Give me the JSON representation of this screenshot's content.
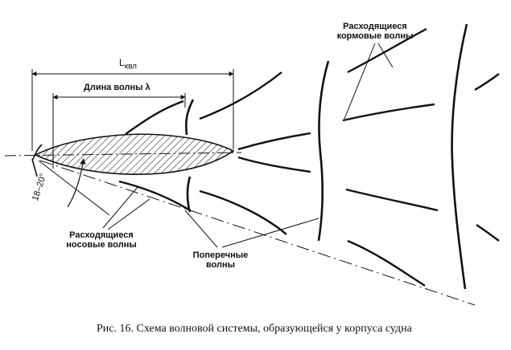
{
  "labels": {
    "l_kvl_main": "L",
    "l_kvl_sub": "квл",
    "wavelength": "Длина волны λ",
    "stern_waves_line1": "Расходящиеся",
    "stern_waves_line2": "кормовые волны",
    "bow_waves_line1": "Расходящиеся",
    "bow_waves_line2": "носовые волны",
    "transverse_line1": "Поперечные",
    "transverse_line2": "волны",
    "angle": "18–20°"
  },
  "caption": "Рис. 16. Схема волновой системы, образующейся у корпуса судна",
  "colors": {
    "ink": "#111111",
    "paper": "#ffffff"
  }
}
